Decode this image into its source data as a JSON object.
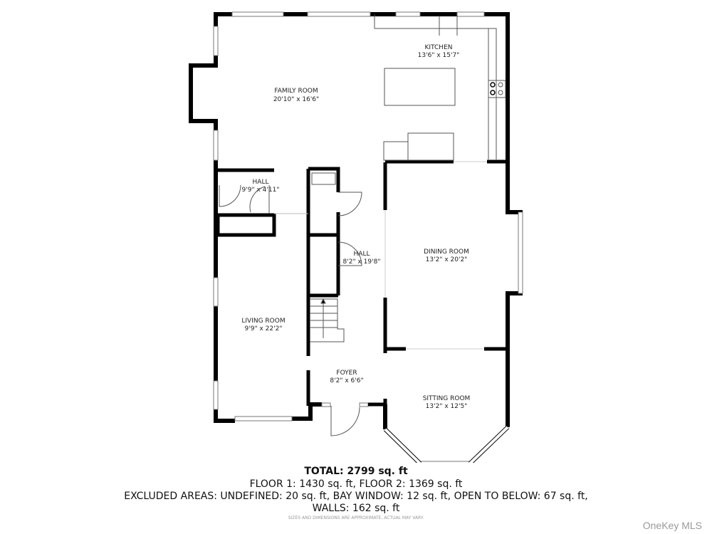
{
  "rooms": [
    {
      "name": "FAMILY ROOM",
      "dims": "20'10\" x 16'6\""
    },
    {
      "name": "KITCHEN",
      "dims": "13'6\" x 15'7\""
    },
    {
      "name": "HALL",
      "dims": "9'9\" x 4'11\""
    },
    {
      "name": "HALL",
      "dims": "8'2\" x 19'8\""
    },
    {
      "name": "DINING ROOM",
      "dims": "13'2\" x 20'2\""
    },
    {
      "name": "LIVING ROOM",
      "dims": "9'9\" x 22'2\""
    },
    {
      "name": "FOYER",
      "dims": "8'2\" x 6'6\""
    },
    {
      "name": "SITTING ROOM",
      "dims": "13'2\" x 12'5\""
    }
  ],
  "summary": {
    "total": "TOTAL: 2799 sq. ft",
    "floors": "FLOOR 1: 1430 sq. ft, FLOOR 2: 1369 sq. ft",
    "excluded": "EXCLUDED AREAS: UNDEFINED: 20 sq. ft, BAY WINDOW: 12 sq. ft, OPEN TO BELOW: 67 sq. ft,",
    "walls": "WALLS: 162 sq. ft",
    "disclaimer": "SIZES AND DIMENSIONS ARE APPROXIMATE, ACTUAL MAY VARY."
  },
  "watermark": "OneKey MLS",
  "colors": {
    "wall": "#000000",
    "fixture": "#555555",
    "text": "#222222"
  }
}
